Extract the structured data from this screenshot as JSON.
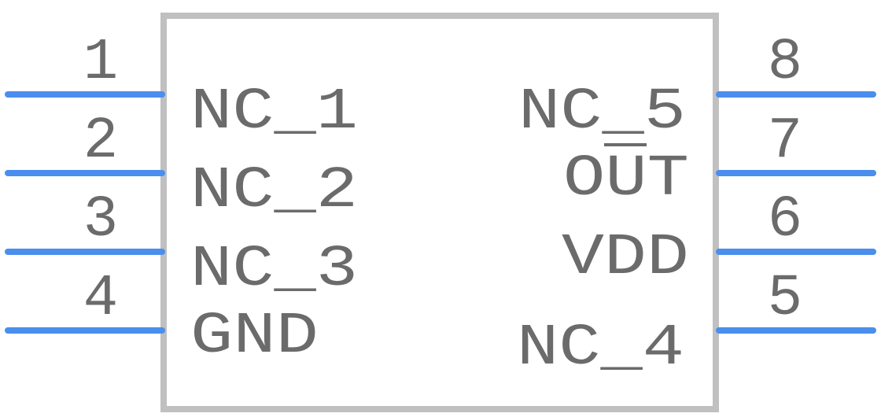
{
  "colors": {
    "pin_line": "#4a8eee",
    "body_outline": "#c0c0c0",
    "text": "#6b6b6b",
    "background": "#ffffff"
  },
  "left_pins": [
    {
      "number": "1",
      "name": "NC_1"
    },
    {
      "number": "2",
      "name": "NC_2"
    },
    {
      "number": "3",
      "name": "NC_3"
    },
    {
      "number": "4",
      "name": "GND"
    }
  ],
  "right_pins": [
    {
      "number": "8",
      "name": "NC_5"
    },
    {
      "number": "7",
      "name": "OUT",
      "overbar": true
    },
    {
      "number": "6",
      "name": "VDD"
    },
    {
      "number": "5",
      "name": "NC_4"
    }
  ]
}
